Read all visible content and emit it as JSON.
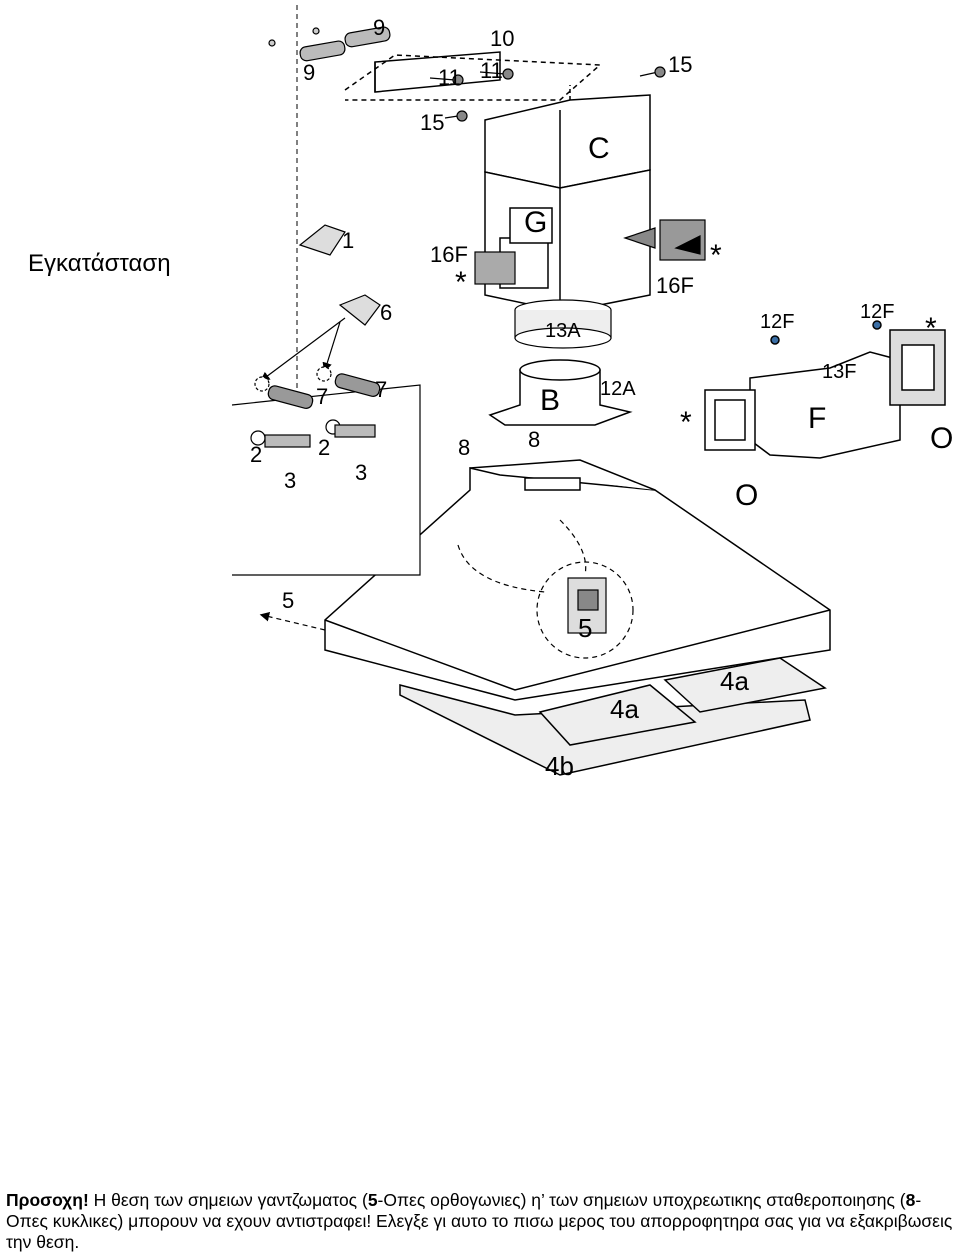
{
  "title": "Εγκατάσταση",
  "labels": {
    "c": "C",
    "g": "G",
    "b": "B",
    "f": "F",
    "o1": "O",
    "o2": "O",
    "n1": "1",
    "n2a": "2",
    "n2b": "2",
    "n3a": "3",
    "n3b": "3",
    "n4a1": "4a",
    "n4a2": "4a",
    "n4b": "4b",
    "n5a": "5",
    "n5b": "5",
    "n6": "6",
    "n7a": "7",
    "n7b": "7",
    "n8a": "8",
    "n8b": "8",
    "n9a": "9",
    "n9b": "9",
    "n10": "10",
    "n11a": "11",
    "n11b": "11",
    "n12a": "12A",
    "n12f1": "12F",
    "n12f2": "12F",
    "n13a": "13A",
    "n13f": "13F",
    "n15a": "15",
    "n15b": "15",
    "n16f1": "16F",
    "n16f2": "16F",
    "star": "*"
  },
  "note": {
    "bold_lead": "Προσοχη!",
    "part1": " Η θεση των σημειων γαντζωματος (",
    "bold5": "5",
    "part2": "-Οπες ορθογωνιες) η’ των σημειων υποχρεωτικης σταθεροποιησης (",
    "bold8": "8",
    "part3": "-Οπες κυκλικες) μπορουν να εχουν αντιστραφει! Ελεγξε γι αυτο το πισω μερος του απορροφητηρα σας για να  εξακριβωσεις την θεση."
  }
}
